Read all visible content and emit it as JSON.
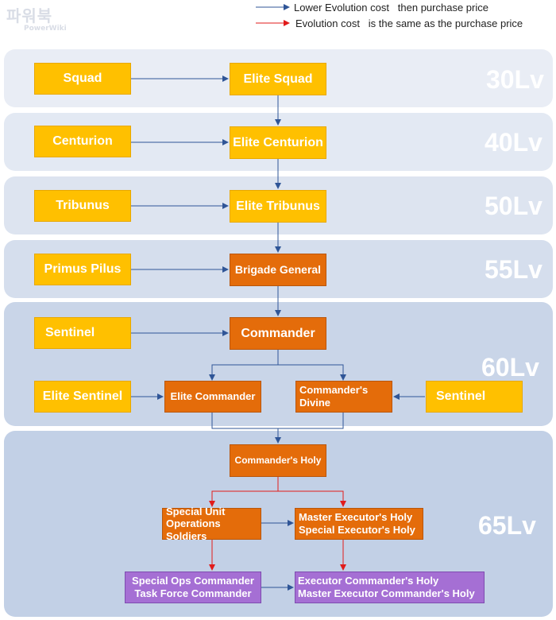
{
  "logo": {
    "main": "파워북",
    "sub": "PowerWiki"
  },
  "legend": {
    "blue_label": "Lower Evolution cost   then purchase price",
    "red_label": "Evolution cost   is the same as the purchase price"
  },
  "colors": {
    "blue_arrow": "#2f5597",
    "red_arrow": "#e11b1b",
    "yellow": "#ffc000",
    "orange": "#e46c0a",
    "purple": "#a56fd4"
  },
  "levels": {
    "lv30": "30Lv",
    "lv40": "40Lv",
    "lv50": "50Lv",
    "lv55": "55Lv",
    "lv60": "60Lv",
    "lv65": "65Lv"
  },
  "nodes": {
    "squad": "Squad",
    "elite_squad": "Elite Squad",
    "centurion": "Centurion",
    "elite_centurion": "Elite Centurion",
    "tribunus": "Tribunus",
    "elite_tribunus": "Elite Tribunus",
    "primus_pilus": "Primus Pilus",
    "brigade_general": "Brigade General",
    "sentinel_60": "Sentinel",
    "commander": "Commander",
    "elite_sentinel": "Elite Sentinel",
    "elite_commander": "Elite Commander",
    "commanders_divine": "Commander's\nDivine",
    "sentinel_right": "Sentinel",
    "commanders_holy": "Commander's Holy",
    "special_unit": "Special Unit\nOperations Soldiers",
    "master_executor": "Master Executor's Holy\nSpecial Executor's Holy",
    "special_ops": "Special Ops Commander\nTask Force Commander",
    "executor_commander": "Executor Commander's Holy\nMaster Executor Commander's Holy"
  }
}
